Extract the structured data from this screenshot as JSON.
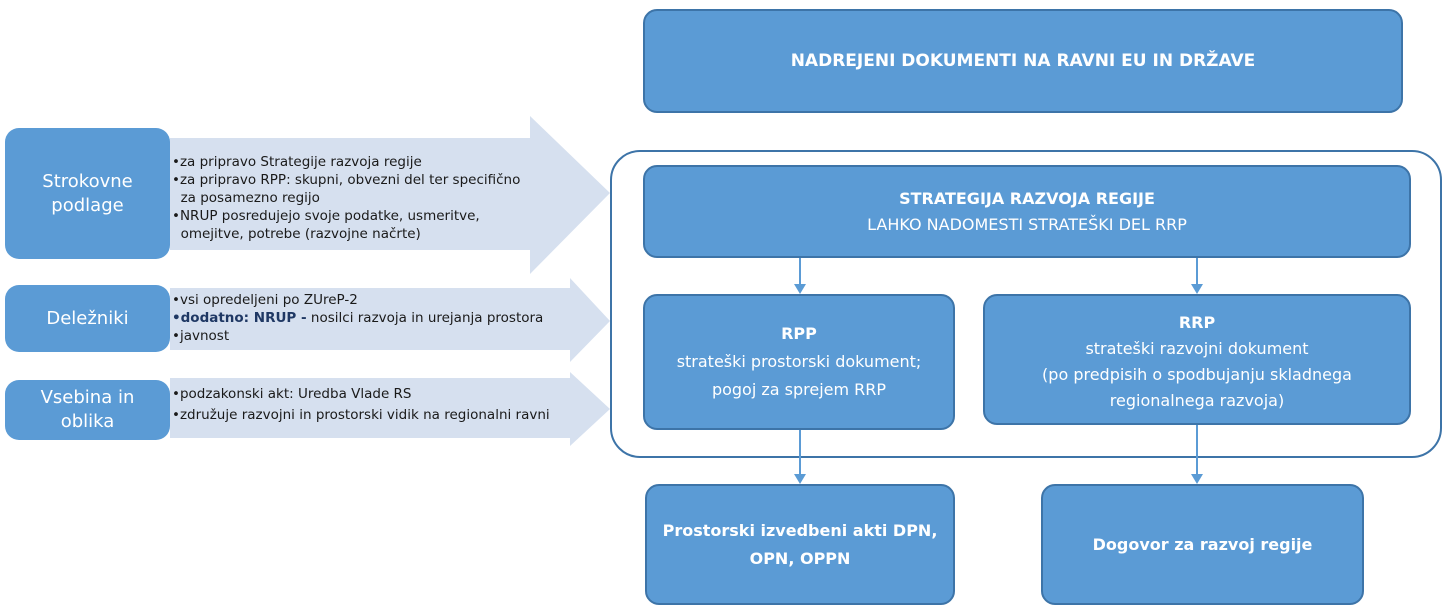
{
  "diagram": {
    "top_box": "NADREJENI DOKUMENTI NA RAVNI EU IN DRŽAVE",
    "strategy_box": {
      "title": "STRATEGIJA RAZVOJA REGIJE",
      "subtitle": "LAHKO NADOMESTI STRATEŠKI DEL RRP"
    },
    "rpp_box": {
      "title": "RPP",
      "line1": "strateški prostorski dokument;",
      "line2": "pogoj za sprejem RRP"
    },
    "rrp_box": {
      "title": "RRP",
      "line1": "strateški razvojni dokument",
      "line2": "(po predpisih o spodbujanju skladnega",
      "line3": "regionalnega razvoja)"
    },
    "bottom_left": {
      "line1": "Prostorski izvedbeni akti DPN,",
      "line2": "OPN, OPPN"
    },
    "bottom_right": "Dogovor za razvoj regije",
    "left_sections": [
      {
        "label_line1": "Strokovne",
        "label_line2": "podlage",
        "bullets": [
          "•za pripravo Strategije razvoja regije",
          "•za pripravo RPP: skupni, obvezni del ter specifično",
          "  za posamezno regijo",
          "•NRUP posredujejo svoje podatke, usmeritve,",
          "  omejitve, potrebe (razvojne načrte)"
        ]
      },
      {
        "label": "Deležniki",
        "bullet1": "•vsi opredeljeni po ZUreP-2",
        "bullet2_highlight": "•dodatno: NRUP -",
        "bullet2_rest": " nosilci razvoja in urejanja prostora",
        "bullet3": "•javnost"
      },
      {
        "label_line1": "Vsebina in",
        "label_line2": "oblika",
        "bullets": [
          "•podzakonski akt: Uredba Vlade RS",
          "•združuje razvojni in prostorski vidik na regionalni ravni"
        ]
      }
    ]
  },
  "colors": {
    "box_fill": "#5b9bd5",
    "box_border": "#3d74a8",
    "arrow_fill": "#d6e0ef",
    "highlight_text": "#1f3864"
  }
}
